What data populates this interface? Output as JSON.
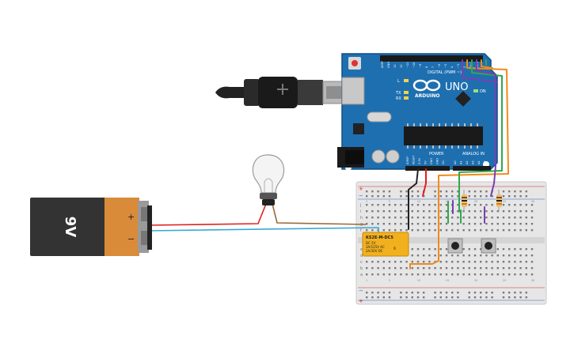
{
  "battery": {
    "label": "9V",
    "plus_symbol": "+",
    "minus_symbol": "−",
    "colors": {
      "body": "#333333",
      "cap": "#d98b3a"
    }
  },
  "arduino": {
    "brand": "ARDUINO",
    "model": "UNO",
    "digital_label": "DIGITAL (PWM ~)",
    "power_label": "POWER",
    "analog_label": "ANALOG IN",
    "led_labels": [
      "L",
      "TX",
      "RX"
    ],
    "on_label": "ON",
    "digital_pins": [
      "AREF",
      "GND",
      "13",
      "12",
      "~11",
      "~10",
      "~9",
      "8",
      "7",
      "~6",
      "~5",
      "4",
      "~3",
      "2",
      "TX 1",
      "RX 0"
    ],
    "power_pins": [
      "IOREF",
      "RESET",
      "3.3V",
      "5V",
      "GND",
      "GND",
      "Vin"
    ],
    "analog_pins": [
      "A0",
      "A1",
      "A2",
      "A3",
      "A4",
      "A5"
    ],
    "colors": {
      "board": "#1e6fb0",
      "dark": "#0d4f85"
    }
  },
  "relay": {
    "model": "KS2E-M-DC5",
    "specs": [
      "DC 5V",
      "3A/125V AC",
      "2A/30V DC"
    ],
    "color": "#f2b01e"
  },
  "breadboard": {
    "row_letters_top": [
      "j",
      "i",
      "h",
      "g",
      "f"
    ],
    "row_letters_bottom": [
      "e",
      "d",
      "c",
      "b",
      "a"
    ],
    "column_numbers": [
      "1",
      "5",
      "10",
      "15",
      "20",
      "25",
      "30"
    ],
    "plus_symbol": "+",
    "minus_symbol": "−"
  },
  "wire_colors": {
    "red": "#e02020",
    "black": "#222222",
    "green": "#2fa84f",
    "purple": "#7b3fb0",
    "orange": "#f08a1c",
    "blue": "#3aa7d6",
    "brown": "#9a6a3a"
  }
}
